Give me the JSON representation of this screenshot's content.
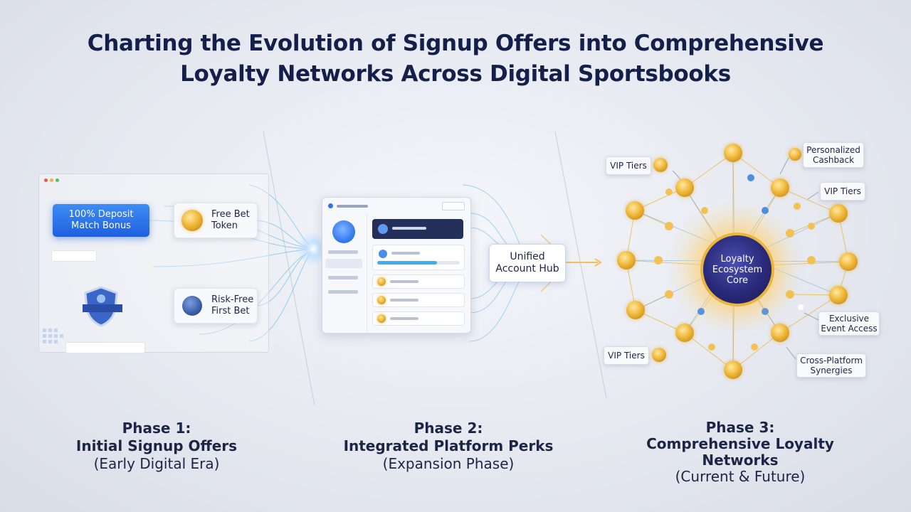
{
  "title": {
    "line1": "Charting the Evolution of Signup Offers into Comprehensive",
    "line2": "Loyalty Networks Across Digital Sportsbooks"
  },
  "phase1": {
    "deposit_line1": "100% Deposit",
    "deposit_line2": "Match Bonus",
    "freebet_line1": "Free Bet",
    "freebet_line2": "Token",
    "riskfree_line1": "Risk-Free",
    "riskfree_line2": "First Bet",
    "label_title": "Phase 1:",
    "label_name": "Initial Signup Offers",
    "label_sub": "(Early Digital Era)"
  },
  "phase2": {
    "hub_line1": "Unified",
    "hub_line2": "Account Hub",
    "label_title": "Phase 2:",
    "label_name": "Integrated Platform Perks",
    "label_sub": "(Expansion Phase)"
  },
  "phase3": {
    "core_line1": "Loyalty",
    "core_line2": "Ecosystem",
    "core_line3": "Core",
    "vip_tiers_1": "VIP Tiers",
    "cashback_line1": "Personalized",
    "cashback_line2": "Cashback",
    "vip_tiers_2": "VIP Tiers",
    "event_line1": "Exclusive",
    "event_line2": "Event Access",
    "vip_tiers_3": "VIP Tiers",
    "cross_line1": "Cross-Platform",
    "cross_line2": "Synergies",
    "label_title": "Phase 3:",
    "label_name_line1": "Comprehensive Loyalty",
    "label_name_line2": "Networks",
    "label_sub": "(Current & Future)"
  },
  "colors": {
    "title": "#14204a",
    "accent_blue": "#2f73ee",
    "gold": "#e8b540",
    "core": "#2a2a7a"
  }
}
